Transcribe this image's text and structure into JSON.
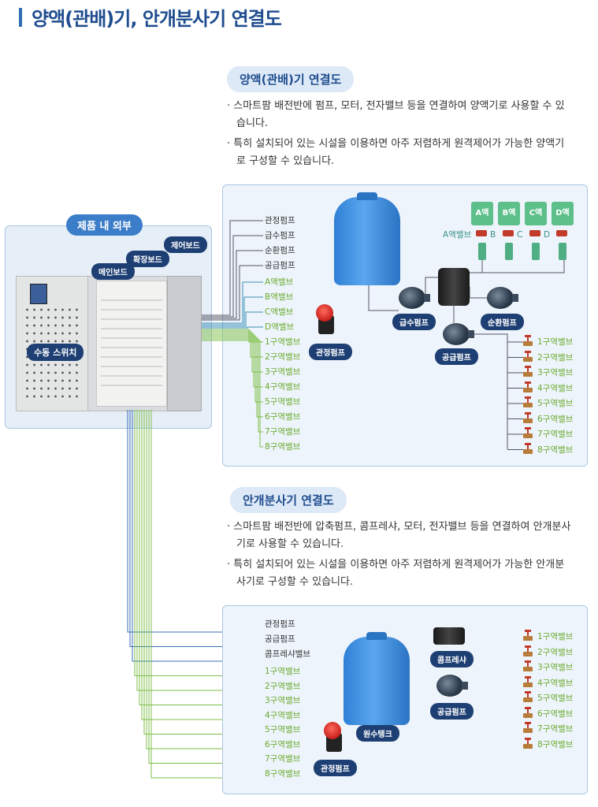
{
  "page": {
    "title": "양액(관배)기, 안개분사기 연결도"
  },
  "section1": {
    "title": "양액(관배)기 연결도",
    "bullets": [
      "· 스마트팜 배전반에 펌프, 모터, 전자밸브 등을 연결하여 양액기로 사용할 수 있습니다.",
      "· 특히 설치되어 있는 시설을 이용하면 아주 저렴하게 원격제어가 가능한 양액기로 구성할 수 있습니다."
    ],
    "left_labels_dark": [
      "관정펌프",
      "급수펌프",
      "순환펌프",
      "공급펌프"
    ],
    "left_labels_green": [
      "A액밸브",
      "B액밸브",
      "C액밸브",
      "D액밸브",
      "1구역밸브",
      "2구역밸브",
      "3구역밸브",
      "4구역밸브",
      "5구역밸브",
      "6구역밸브",
      "7구역밸브",
      "8구역밸브"
    ],
    "chem_tanks": [
      "A액",
      "B액",
      "C액",
      "D액"
    ],
    "chem_valves": [
      "A액밸브",
      "B",
      "C",
      "D"
    ],
    "badges": {
      "well_pump": "관정펌프",
      "feed_pump": "급수펌프",
      "circ_pump": "순환펌프",
      "supply_pump": "공급펌프"
    },
    "zone_valves": [
      "1구역밸브",
      "2구역밸브",
      "3구역밸브",
      "4구역밸브",
      "5구역밸브",
      "6구역밸브",
      "7구역밸브",
      "8구역밸브"
    ]
  },
  "product": {
    "title": "제품 내 외부",
    "badges": {
      "control_board": "제어보드",
      "expansion_board": "확장보드",
      "main_board": "메인보드",
      "manual_switch": "수동 스위치"
    }
  },
  "section2": {
    "title": "안개분사기 연결도",
    "bullets": [
      "· 스마트팜 배전반에 압축펌프, 콤프레샤, 모터, 전자밸브 등을 연결하여 안개분사기로 사용할 수 있습니다.",
      "· 특히 설치되어 있는 시설을 이용하면 아주 저렴하게 원격제어가 가능한 안개분사기로 구성할 수 있습니다."
    ],
    "left_labels_dark": [
      "관정펌프",
      "공급펌프",
      "콤프레샤밸브"
    ],
    "left_labels_green": [
      "1구역밸브",
      "2구역밸브",
      "3구역밸브",
      "4구역밸브",
      "5구역밸브",
      "6구역밸브",
      "7구역밸브",
      "8구역밸브"
    ],
    "badges": {
      "compressor": "콤프레샤",
      "supply_pump": "공급펌프",
      "water_tank": "원수탱크",
      "well_pump": "관정펌프"
    },
    "zone_valves": [
      "1구역밸브",
      "2구역밸브",
      "3구역밸브",
      "4구역밸브",
      "5구역밸브",
      "6구역밸브",
      "7구역밸브",
      "8구역밸브"
    ]
  },
  "colors": {
    "accent": "#1f4d8f",
    "badge": "#1e3f73",
    "green": "#6aaa2e",
    "panel": "#eef4fb"
  }
}
